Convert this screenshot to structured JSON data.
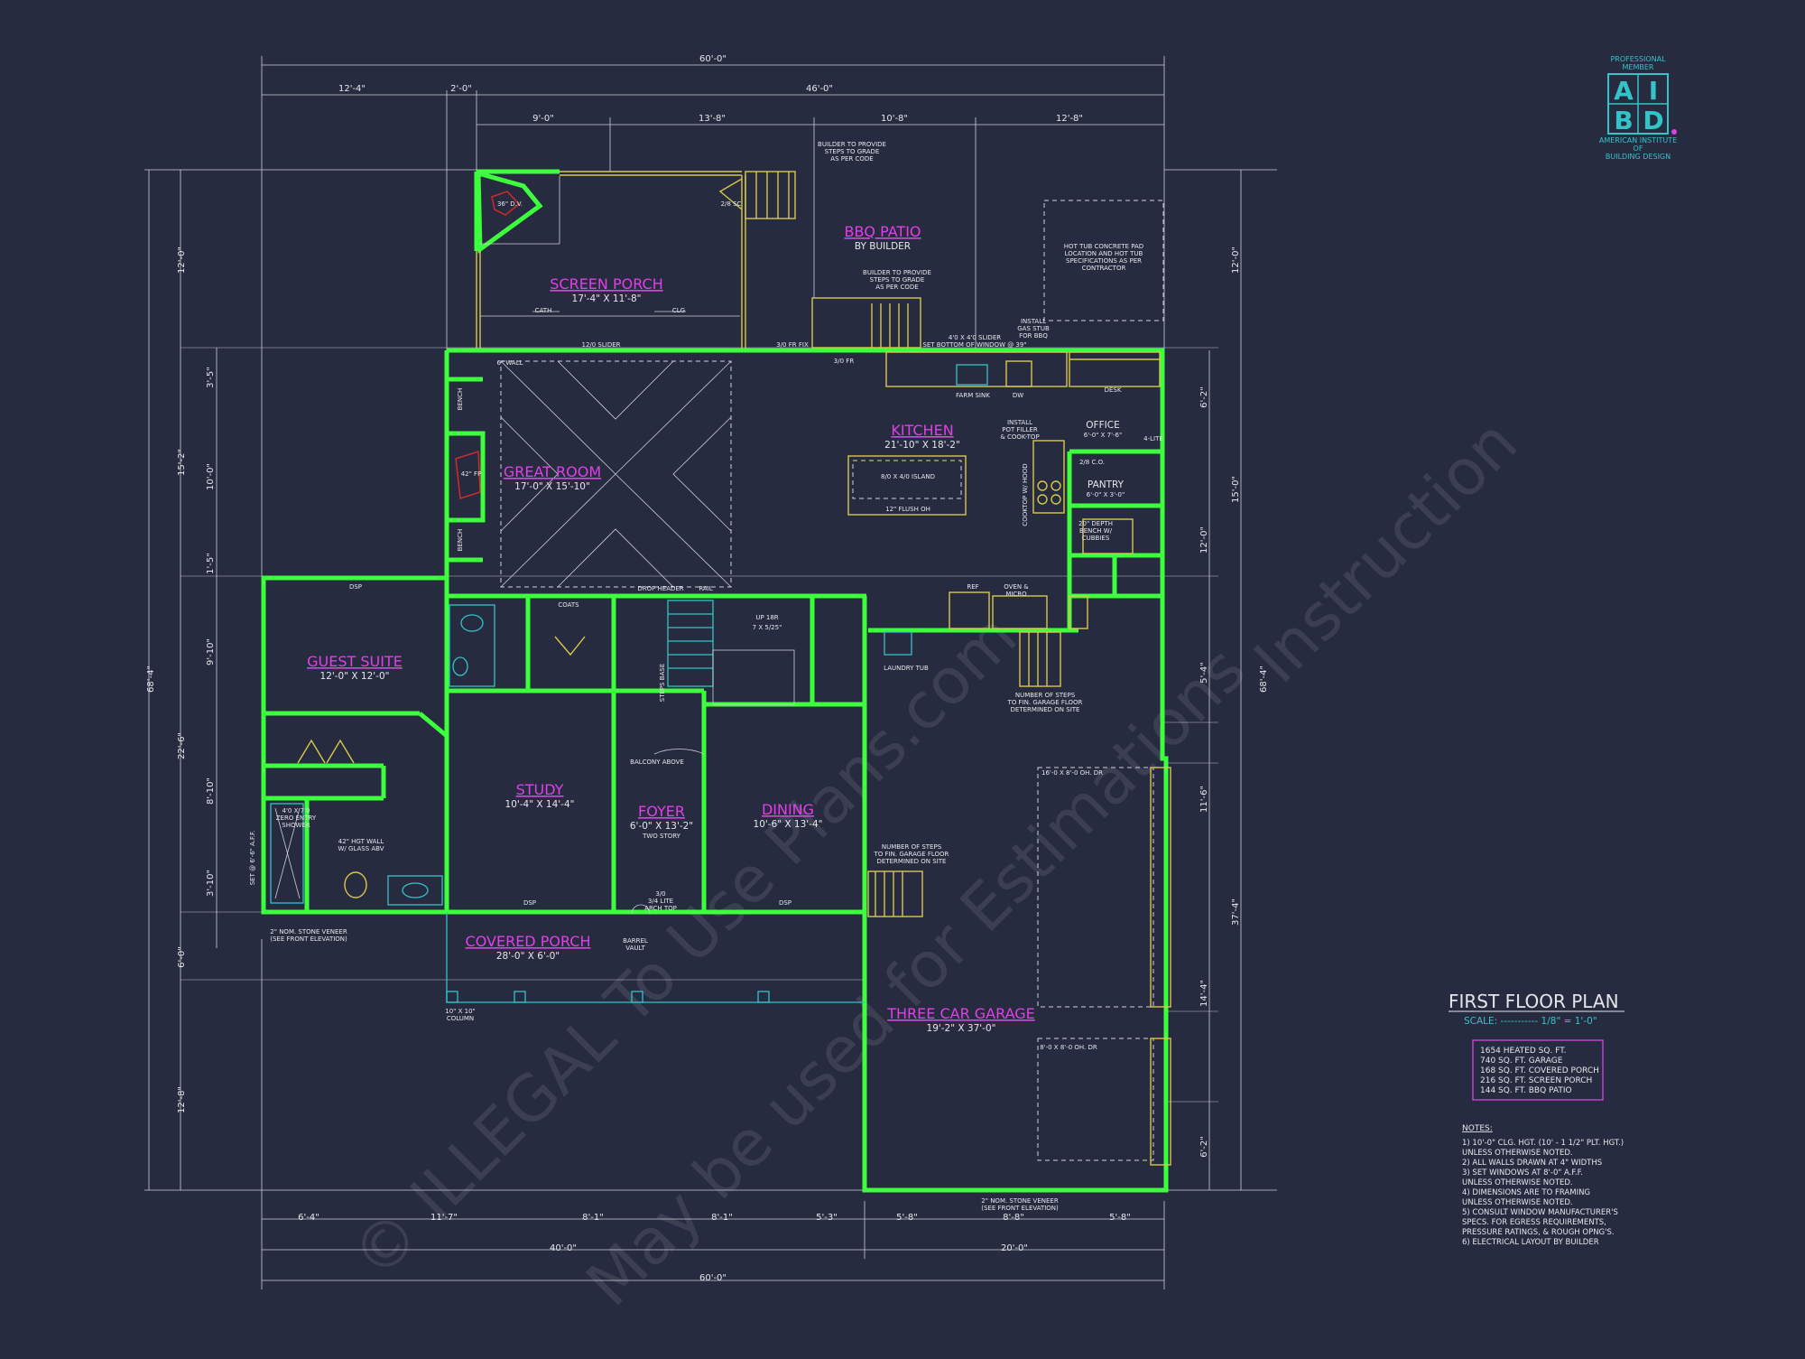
{
  "overall": {
    "top_total": "60'-0\"",
    "bottom_total": "60'-0\"",
    "left_total": "68'-4\"",
    "right_total": "68'-4\""
  },
  "top_dims": {
    "a": "12'-4\"",
    "b": "2'-0\"",
    "c": "46'-0\"",
    "d": "9'-0\"",
    "e": "13'-8\"",
    "f": "10'-8\"",
    "g": "12'-8\""
  },
  "bottom_dims": {
    "a": "6'-4\"",
    "b": "11'-7\"",
    "c": "8'-1\"",
    "d": "8'-1\"",
    "e": "5'-3\"",
    "f": "5'-8\"",
    "g": "8'-8\"",
    "h": "5'-8\"",
    "i": "40'-0\"",
    "j": "20'-0\""
  },
  "left_dims": {
    "a": "12'-0\"",
    "b": "3'-5\"",
    "c": "15'-2\"",
    "d": "10'-0\"",
    "e": "1'-5\"",
    "f": "9'-10\"",
    "g": "22'-6\"",
    "h": "8'-10\"",
    "i": "3'-10\"",
    "j": "6'-0\"",
    "k": "12'-8\""
  },
  "right_dims": {
    "a": "12'-0\"",
    "b": "6'-2\"",
    "c": "15'-0\"",
    "d": "12'-0\"",
    "e": "5'-4\"",
    "f": "11'-6\"",
    "g": "37'-4\"",
    "h": "14'-4\"",
    "i": "6'-2\""
  },
  "rooms": {
    "screen_porch": {
      "name": "SCREEN PORCH",
      "size": "17'-4\" X 11'-8\""
    },
    "bbq_patio": {
      "name": "BBQ PATIO",
      "size": "BY BUILDER"
    },
    "great_room": {
      "name": "GREAT ROOM",
      "size": "17'-0\" X 15'-10\""
    },
    "kitchen": {
      "name": "KITCHEN",
      "size": "21'-10\" X 18'-2\""
    },
    "office": {
      "name": "OFFICE",
      "size": "6'-0\" X 7'-6\""
    },
    "pantry": {
      "name": "PANTRY",
      "size": "6'-0\" X 3'-0\""
    },
    "guest_suite": {
      "name": "GUEST SUITE",
      "size": "12'-0\" X 12'-0\""
    },
    "study": {
      "name": "STUDY",
      "size": "10'-4\" X 14'-4\""
    },
    "foyer": {
      "name": "FOYER",
      "size": "6'-0\" X 13'-2\"",
      "note": "TWO STORY"
    },
    "dining": {
      "name": "DINING",
      "size": "10'-6\" X 13'-4\""
    },
    "covered_porch": {
      "name": "COVERED PORCH",
      "size": "28'-0\" X 6'-0\""
    },
    "garage": {
      "name": "THREE CAR GARAGE",
      "size": "19'-2\" X 37'-0\""
    }
  },
  "notes_text": {
    "builder_steps_1": [
      "BUILDER TO PROVIDE",
      "STEPS TO GRADE",
      "AS PER CODE"
    ],
    "builder_steps_2": [
      "BUILDER TO PROVIDE",
      "STEPS TO GRADE",
      "AS PER CODE"
    ],
    "hot_tub": [
      "HOT TUB CONCRETE PAD",
      "LOCATION AND HOT TUB",
      "SPECIFICATIONS AS PER",
      "CONTRACTOR"
    ],
    "garage_steps_1": [
      "NUMBER OF STEPS",
      "TO FIN. GARAGE FLOOR",
      "DETERMINED ON SITE"
    ],
    "garage_steps_2": [
      "NUMBER OF STEPS",
      "TO FIN. GARAGE FLOOR",
      "DETERMINED ON SITE"
    ],
    "stone_1": [
      "2\" NOM. STONE VENEER",
      "(SEE FRONT ELEVATION)"
    ],
    "stone_2": [
      "2\" NOM. STONE VENEER",
      "(SEE FRONT ELEVATION)"
    ],
    "slider_note": [
      "4'0 X 4'0 SLIDER",
      "SET BOTTOM OF WINDOW @ 39\""
    ],
    "gas_stub": [
      "INSTALL",
      "GAS STUB",
      "FOR BBQ"
    ],
    "pot_filler": [
      "INSTALL",
      "POT FILLER",
      "& COOK-TOP"
    ],
    "labels": {
      "dv": "36\" D.V.",
      "sc": "2/8 SC",
      "cath": "CATH",
      "clg": "CLG",
      "slider12": "12/0 SLIDER",
      "fr": "3/0 FR",
      "frfix": "3/0 FR FIX",
      "wall6": "6\" WALL",
      "farmsink": "FARM SINK",
      "dw": "DW",
      "desk": "DESK",
      "lite4": "4-LITE",
      "co28": "2/8 C.O.",
      "pantry_co": "2/8 C.O.",
      "bench": "BENCH",
      "fp": "42\" FP",
      "island": "8/0 X 4/0 ISLAND",
      "flush": "12\" FLUSH OH",
      "cooktop": "COOKTOP W/ HOOD",
      "depth": [
        "20\" DEPTH",
        "BENCH W/",
        "CUBBIES"
      ],
      "ref": "REF",
      "oven": [
        "OVEN &",
        "MICRO"
      ],
      "coats": "COATS",
      "drop": "DROP HEADER",
      "rail": "RAIL",
      "updn": "UP 18R",
      "riser": "7 X 5/25\"",
      "steps_base": "STEPS BASE",
      "balcony": "BALCONY ABOVE",
      "laundry": "LAUNDRY TUB",
      "ohdr1": "16'-0 X 8'-0 OH. DR",
      "ohdr2": "8'-0 X 8'-0 OH. DR",
      "barrel": [
        "BARREL",
        "VAULT"
      ],
      "arch": [
        "3/0",
        "3/4 LITE",
        "ARCH TOP"
      ],
      "column": [
        "10\" X 10\"",
        "COLUMN"
      ],
      "dsp": "DSP",
      "shower": [
        "4'0 X 7'0",
        "ZERO ENTRY",
        "SHOWER"
      ],
      "glass": [
        "42\" HGT WALL",
        "W/ GLASS ABV"
      ],
      "sill": "SET @ 6'-6\" A.F.F."
    }
  },
  "title": {
    "main": "FIRST FLOOR PLAN",
    "scale": "SCALE: ----------- 1/8\" = 1'-0\""
  },
  "areas": [
    "1654 HEATED SQ. FT.",
    "740 SQ. FT. GARAGE",
    "168 SQ. FT. COVERED PORCH",
    "216 SQ. FT. SCREEN PORCH",
    "144 SQ. FT. BBQ PATIO"
  ],
  "notes_heading": "NOTES:",
  "notes": [
    "1) 10'-0\" CLG. HGT. (10' - 1 1/2\" PLT. HGT.)",
    "    UNLESS OTHERWISE NOTED.",
    "2) ALL WALLS DRAWN AT 4\" WIDTHS",
    "3) SET WINDOWS AT 8'-0\" A.F.F.",
    "    UNLESS OTHERWISE NOTED.",
    "4) DIMENSIONS ARE TO FRAMING",
    "    UNLESS OTHERWISE NOTED.",
    "5) CONSULT WINDOW MANUFACTURER'S",
    "    SPECS. FOR EGRESS REQUIREMENTS,",
    "    PRESSURE RATINGS, & ROUGH OPNG'S.",
    "6) ELECTRICAL LAYOUT BY BUILDER"
  ],
  "logo": {
    "top": [
      "PROFESSIONAL",
      "MEMBER"
    ],
    "letters": [
      "A",
      "I",
      "B",
      "D"
    ],
    "bottom": [
      "AMERICAN INSTITUTE",
      "OF",
      "BUILDING DESIGN"
    ]
  },
  "watermark": [
    "© ILLEGAL To Use Plans.com",
    "May be used for Estimations",
    "Instruction"
  ],
  "colors": {
    "background": "#272b40",
    "walls": "#3dff3d",
    "room_names": "#e040e6",
    "fixtures": "#d8c84a",
    "accents": "#33c4c8"
  }
}
